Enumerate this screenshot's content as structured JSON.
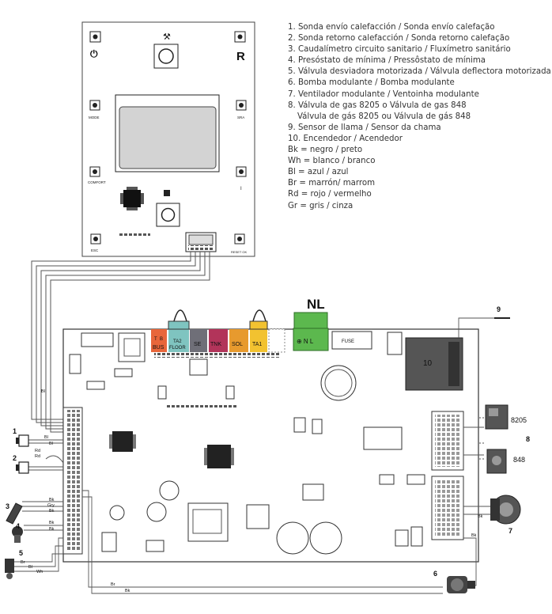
{
  "legend": {
    "items": [
      "1. Sonda envío calefacción / Sonda envío calefação",
      "2. Sonda retorno calefacción / Sonda retorno calefação",
      "3. Caudalímetro circuito sanitario / Fluxímetro sanitário",
      "4. Presóstato de mínima / Pressôstato de mínima",
      "5. Válvula desviadora motorizada / Válvula deflectora motorizada",
      "6. Bomba modulante / Bomba modulante",
      "7. Ventilador modulante / Ventoinha modulante",
      "8. Válvula de gas 8205 o Válvula de gas 848",
      "Válvula de gás 8205 ou Válvula de gás 848",
      "9. Sensor de llama / Sensor da chama",
      "10. Encendedor / Acendedor",
      "Bk = negro / preto",
      "Wh = blanco / branco",
      "Bl = azul / azul",
      "Br = marrón/ marrom",
      "Rd = rojo / vermelho",
      "Gr = gris / cinza"
    ]
  },
  "panel": {
    "r_label": "R",
    "mode_label": "MODE",
    "sra_label": "SRA",
    "comfort_label": "COMFORT",
    "i_label": "I",
    "esc_label": "ESC",
    "reset_label": "RESET OK"
  },
  "board": {
    "nl_label": "NL",
    "nl_terminal": "⊕ N L",
    "fuse_label": "FUSE",
    "igniter_num": "10",
    "connectors": [
      {
        "top": "T",
        "mid": "B",
        "bottom": "BUS",
        "color": "#e8663a"
      },
      {
        "top": "TA2",
        "bottom": "FLOOR",
        "color": "#7fc4c0"
      },
      {
        "top": "",
        "bottom": "SE",
        "color": "#6f6f78"
      },
      {
        "top": "",
        "bottom": "TNK",
        "color": "#b2345a"
      },
      {
        "top": "",
        "bottom": "SOL",
        "color": "#e79a2e"
      },
      {
        "top": "",
        "bottom": "TA1",
        "color": "#f2c230"
      }
    ]
  },
  "callouts": {
    "n1": "1",
    "n2": "2",
    "n3": "3",
    "n4": "4",
    "n5": "5",
    "n6": "6",
    "n7": "7",
    "n8": "8",
    "n9": "9",
    "v8205": "8205",
    "v848": "848"
  },
  "wire_labels": {
    "bl_left": "Bl",
    "s1_a": "Bl",
    "s1_b": "Bl",
    "s2_a": "Rd",
    "s2_b": "Rd",
    "s3_a": "Bk",
    "s3_b": "Gry",
    "s3_c": "Bk",
    "s4_a": "Bk",
    "s4_b": "Bk",
    "s5_a": "Br",
    "s5_b": "Bl",
    "s5_c": "Wh",
    "pump_a": "Br",
    "pump_b": "Bk",
    "fan_a": "Bk",
    "fan_b": "Bk"
  },
  "colors": {
    "board_outline": "#333333",
    "wire": "#555555",
    "lcd": "#cfcfcf",
    "nl_green": "#5cb84e"
  }
}
